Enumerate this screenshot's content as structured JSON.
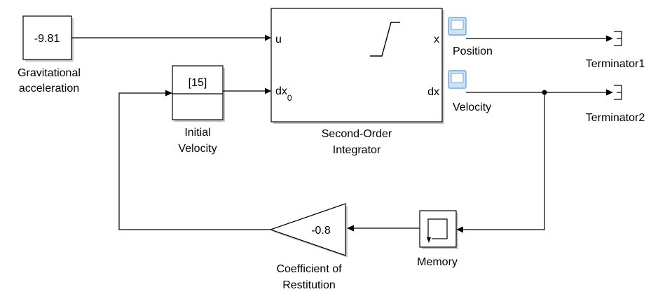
{
  "blocks": {
    "gravity": {
      "value": "-9.81",
      "label_line1": "Gravitational",
      "label_line2": "acceleration"
    },
    "initial_velocity": {
      "value": "[15]",
      "label_line1": "Initial",
      "label_line2": "Velocity"
    },
    "integrator": {
      "port_u": "u",
      "port_dx": "dx",
      "port_dx_sub": "0",
      "port_x": "x",
      "port_dx_out": "dx",
      "label_line1": "Second-Order",
      "label_line2": "Integrator"
    },
    "terminator1": {
      "label": "Terminator1"
    },
    "terminator2": {
      "label": "Terminator2"
    },
    "gain": {
      "value": "-0.8",
      "label_line1": "Coefficient of",
      "label_line2": "Restitution"
    },
    "memory": {
      "label": "Memory"
    }
  },
  "signals": {
    "position": "Position",
    "velocity": "Velocity"
  },
  "colors": {
    "line": "#000000",
    "block_fill": "#ffffff",
    "shadow": "#c8c8c8",
    "logging_badge": "#6fa8dc"
  },
  "icons": [
    "saturation-icon",
    "memory-icon",
    "signal-logging-icon",
    "terminator-icon"
  ]
}
